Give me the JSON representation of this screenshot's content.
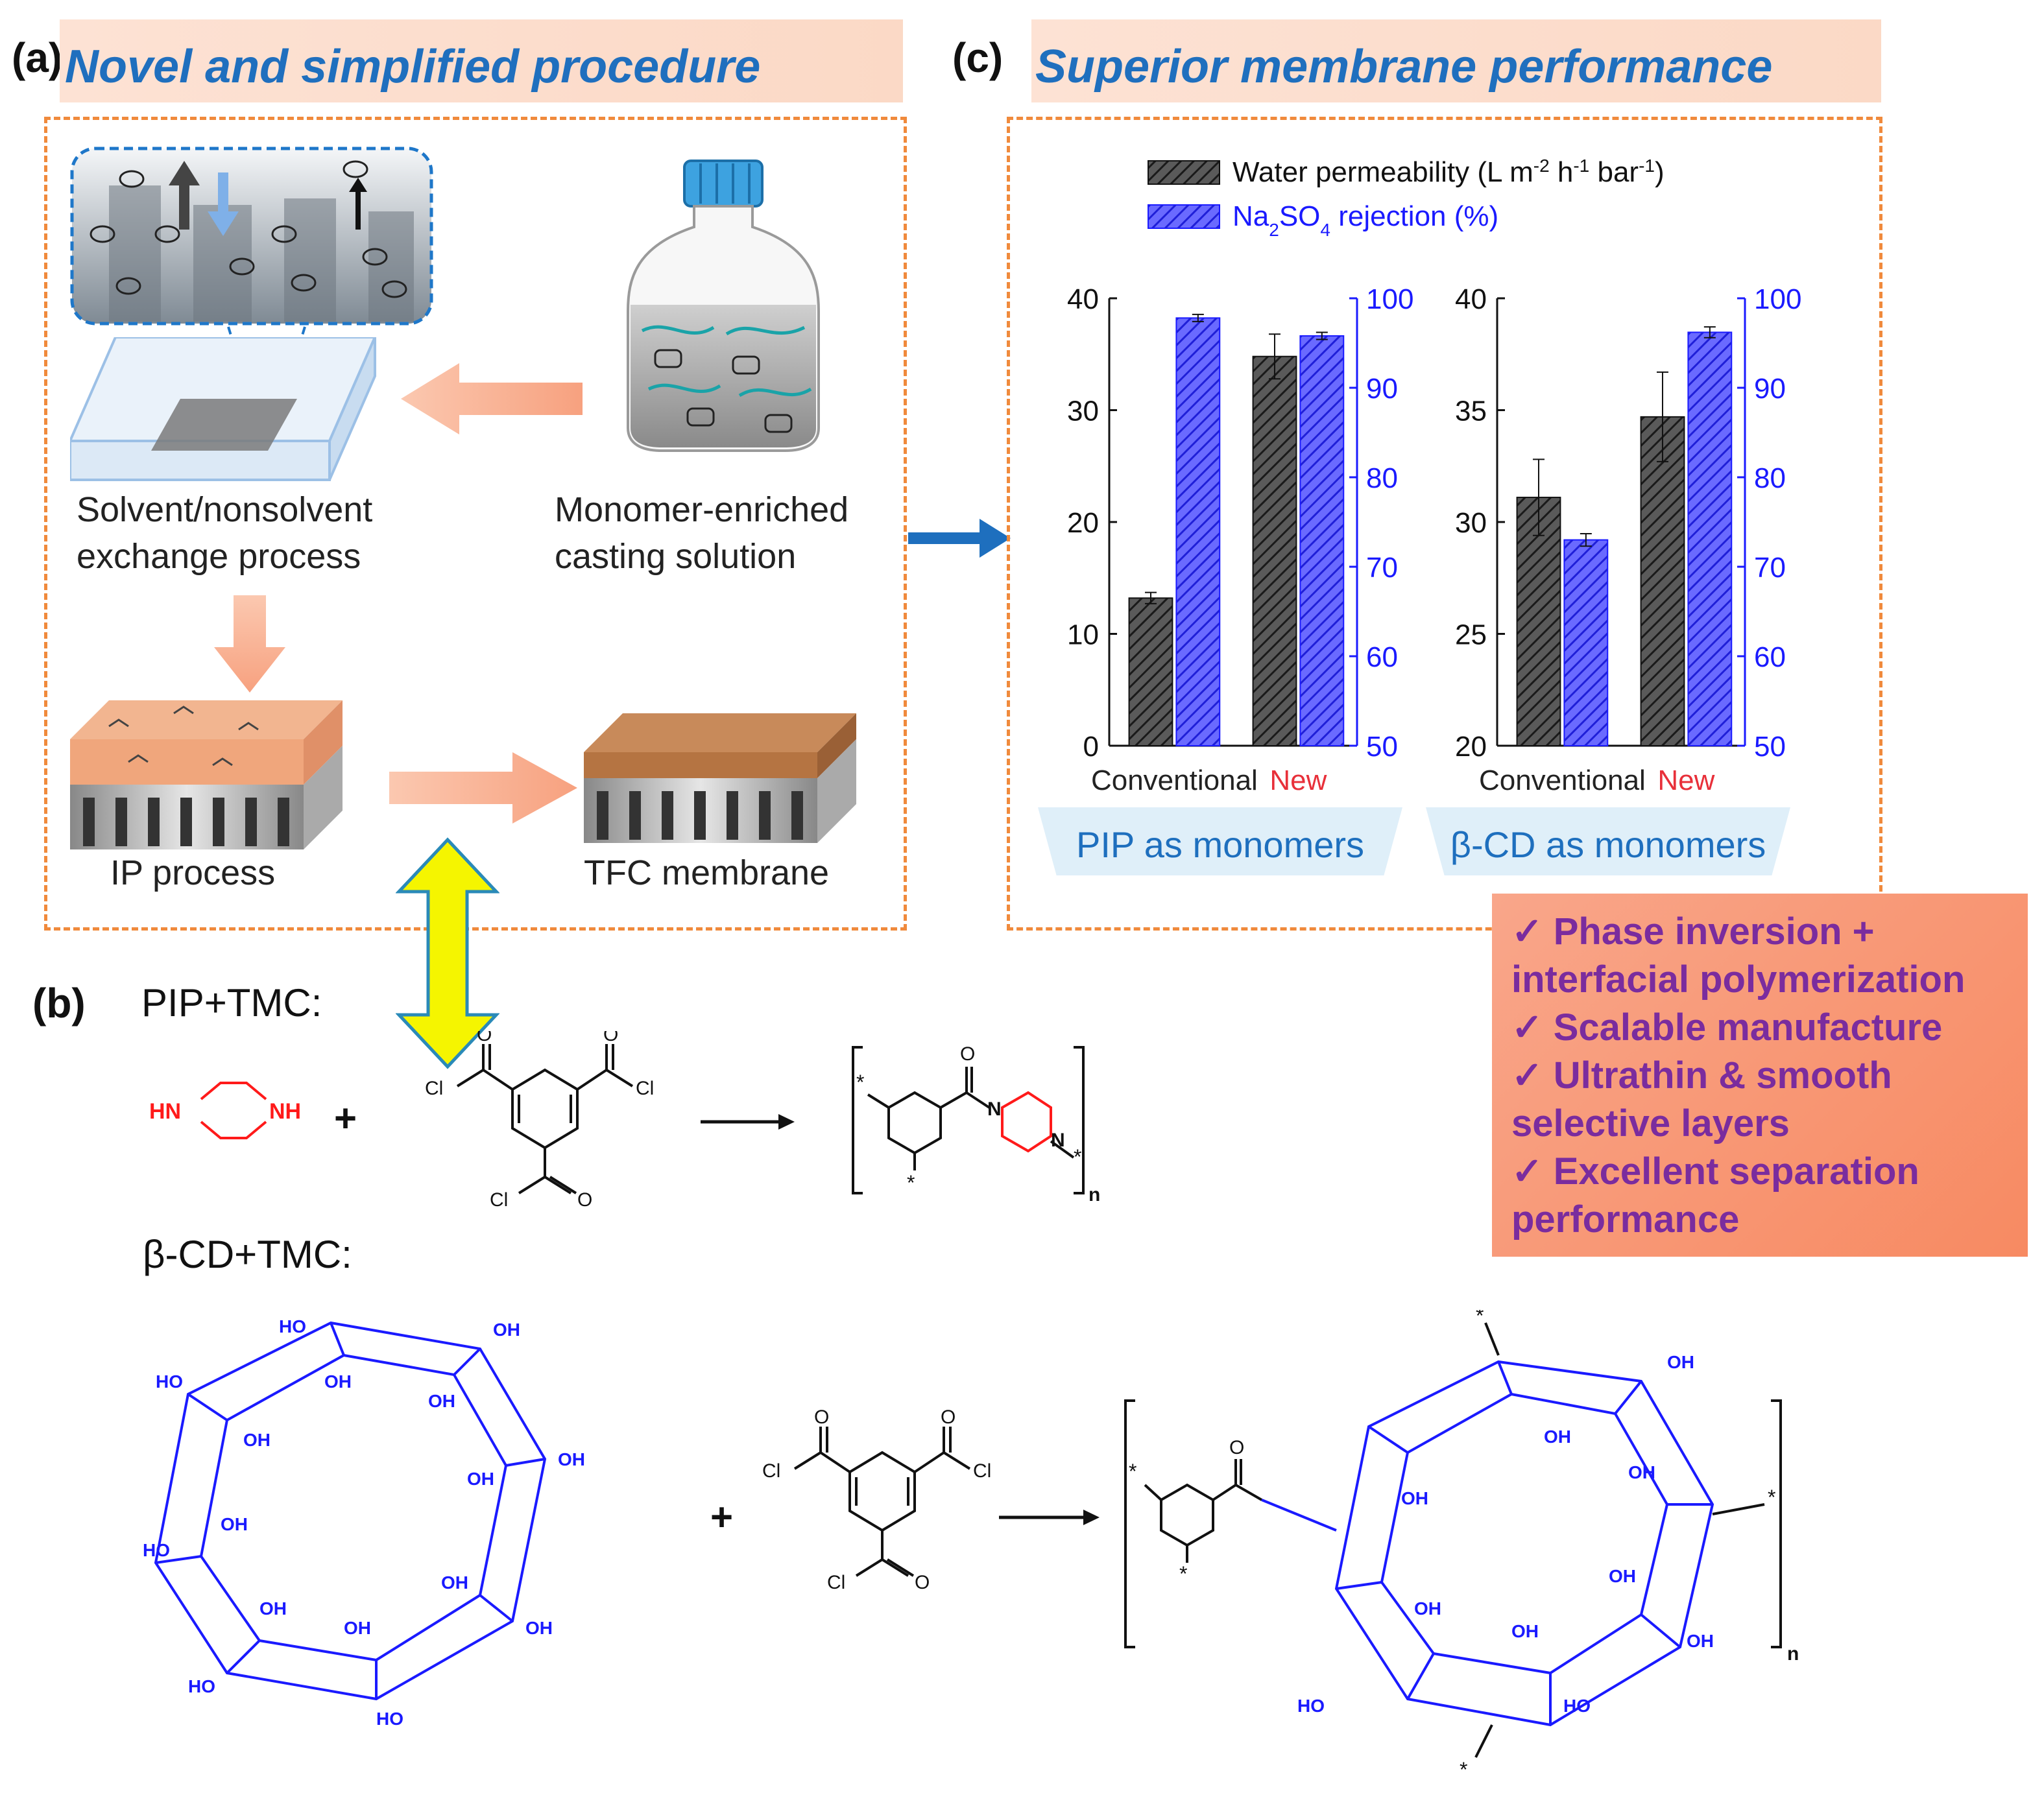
{
  "panel_a": {
    "label": "(a)",
    "title": "Novel and simplified procedure",
    "step_exchange": [
      "Solvent/nonsolvent",
      "exchange  process"
    ],
    "step_casting": [
      "Monomer-enriched",
      "casting solution"
    ],
    "step_ip": "IP process",
    "step_tfc": "TFC membrane"
  },
  "panel_b": {
    "label": "(b)",
    "reaction1_label": "PIP+TMC:",
    "reaction2_label": "β-CD+TMC:",
    "plus": "+",
    "atom_cl": "Cl",
    "atom_o": "O",
    "atom_n": "N",
    "atom_hn": "HN",
    "atom_nh": "NH",
    "atom_oh": "OH",
    "atom_ho": "HO",
    "star": "*",
    "subscript_n": "n"
  },
  "panel_c": {
    "label": "(c)",
    "title": "Superior membrane performance"
  },
  "summary": {
    "lines": [
      "✓   Phase inversion +",
      "interfacial polymerization",
      "✓   Scalable manufacture",
      "✓   Ultrathin & smooth",
      "selective layers",
      "✓   Excellent separation",
      "performance"
    ]
  },
  "chart_data": [
    {
      "type": "bar",
      "title": "PIP as monomers",
      "categories": [
        "Conventional",
        "New"
      ],
      "category_colors": [
        "#222222",
        "#e8303a"
      ],
      "series": [
        {
          "name": "Water permeability (L m-2 h-1 bar-1)",
          "axis": "left",
          "values": [
            13.2,
            34.8
          ],
          "errors": [
            0.5,
            2.0
          ],
          "color": "#3a3a3a"
        },
        {
          "name": "Na2SO4 rejection (%)",
          "axis": "right",
          "values": [
            97.8,
            95.8
          ],
          "errors": [
            0.4,
            0.4
          ],
          "color": "#2b2bff"
        }
      ],
      "ylim_left": [
        0,
        40
      ],
      "yticks_left": [
        0,
        10,
        20,
        30,
        40
      ],
      "ylim_right": [
        50,
        100
      ],
      "yticks_right": [
        50,
        60,
        70,
        80,
        90,
        100
      ],
      "legend": [
        "Water permeability (L m-2 h-1 bar-1)",
        "Na2SO4 rejection (%)"
      ],
      "legend_position": "top"
    },
    {
      "type": "bar",
      "title": "β-CD as monomers",
      "categories": [
        "Conventional",
        "New"
      ],
      "category_colors": [
        "#222222",
        "#e8303a"
      ],
      "series": [
        {
          "name": "Water permeability (L m-2 h-1 bar-1)",
          "axis": "left",
          "values": [
            31.1,
            34.7
          ],
          "errors": [
            1.7,
            2.0
          ],
          "color": "#3a3a3a"
        },
        {
          "name": "Na2SO4 rejection (%)",
          "axis": "right",
          "values": [
            73.0,
            96.2
          ],
          "errors": [
            0.7,
            0.6
          ],
          "color": "#2b2bff"
        }
      ],
      "ylim_left": [
        20,
        40
      ],
      "yticks_left": [
        20,
        25,
        30,
        35,
        40
      ],
      "ylim_right": [
        50,
        100
      ],
      "yticks_right": [
        50,
        60,
        70,
        80,
        90,
        100
      ]
    }
  ]
}
